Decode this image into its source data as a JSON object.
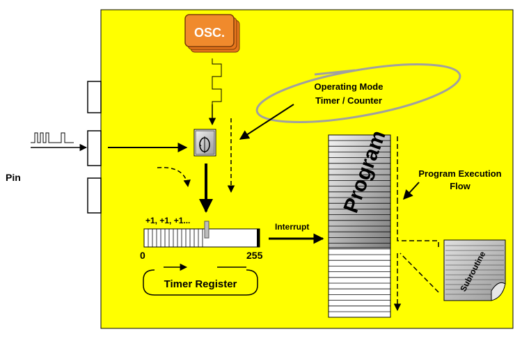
{
  "diagram": {
    "osc_label": "OSC.",
    "pin_label": "Pin",
    "operating_mode_line1": "Operating Mode",
    "operating_mode_line2": "Timer / Counter",
    "increment_label": "+1, +1, +1...",
    "register_min": "0",
    "register_max": "255",
    "timer_register_label": "Timer Register",
    "interrupt_label": "Interrupt",
    "program_label": "Program",
    "exec_flow_line1": "Program Execution",
    "exec_flow_line2": "Flow",
    "subroutine_label": "Subroutine"
  },
  "colors": {
    "board": "#ffff00",
    "osc": "#e8771c",
    "ellipse": "#a0a0a0"
  }
}
